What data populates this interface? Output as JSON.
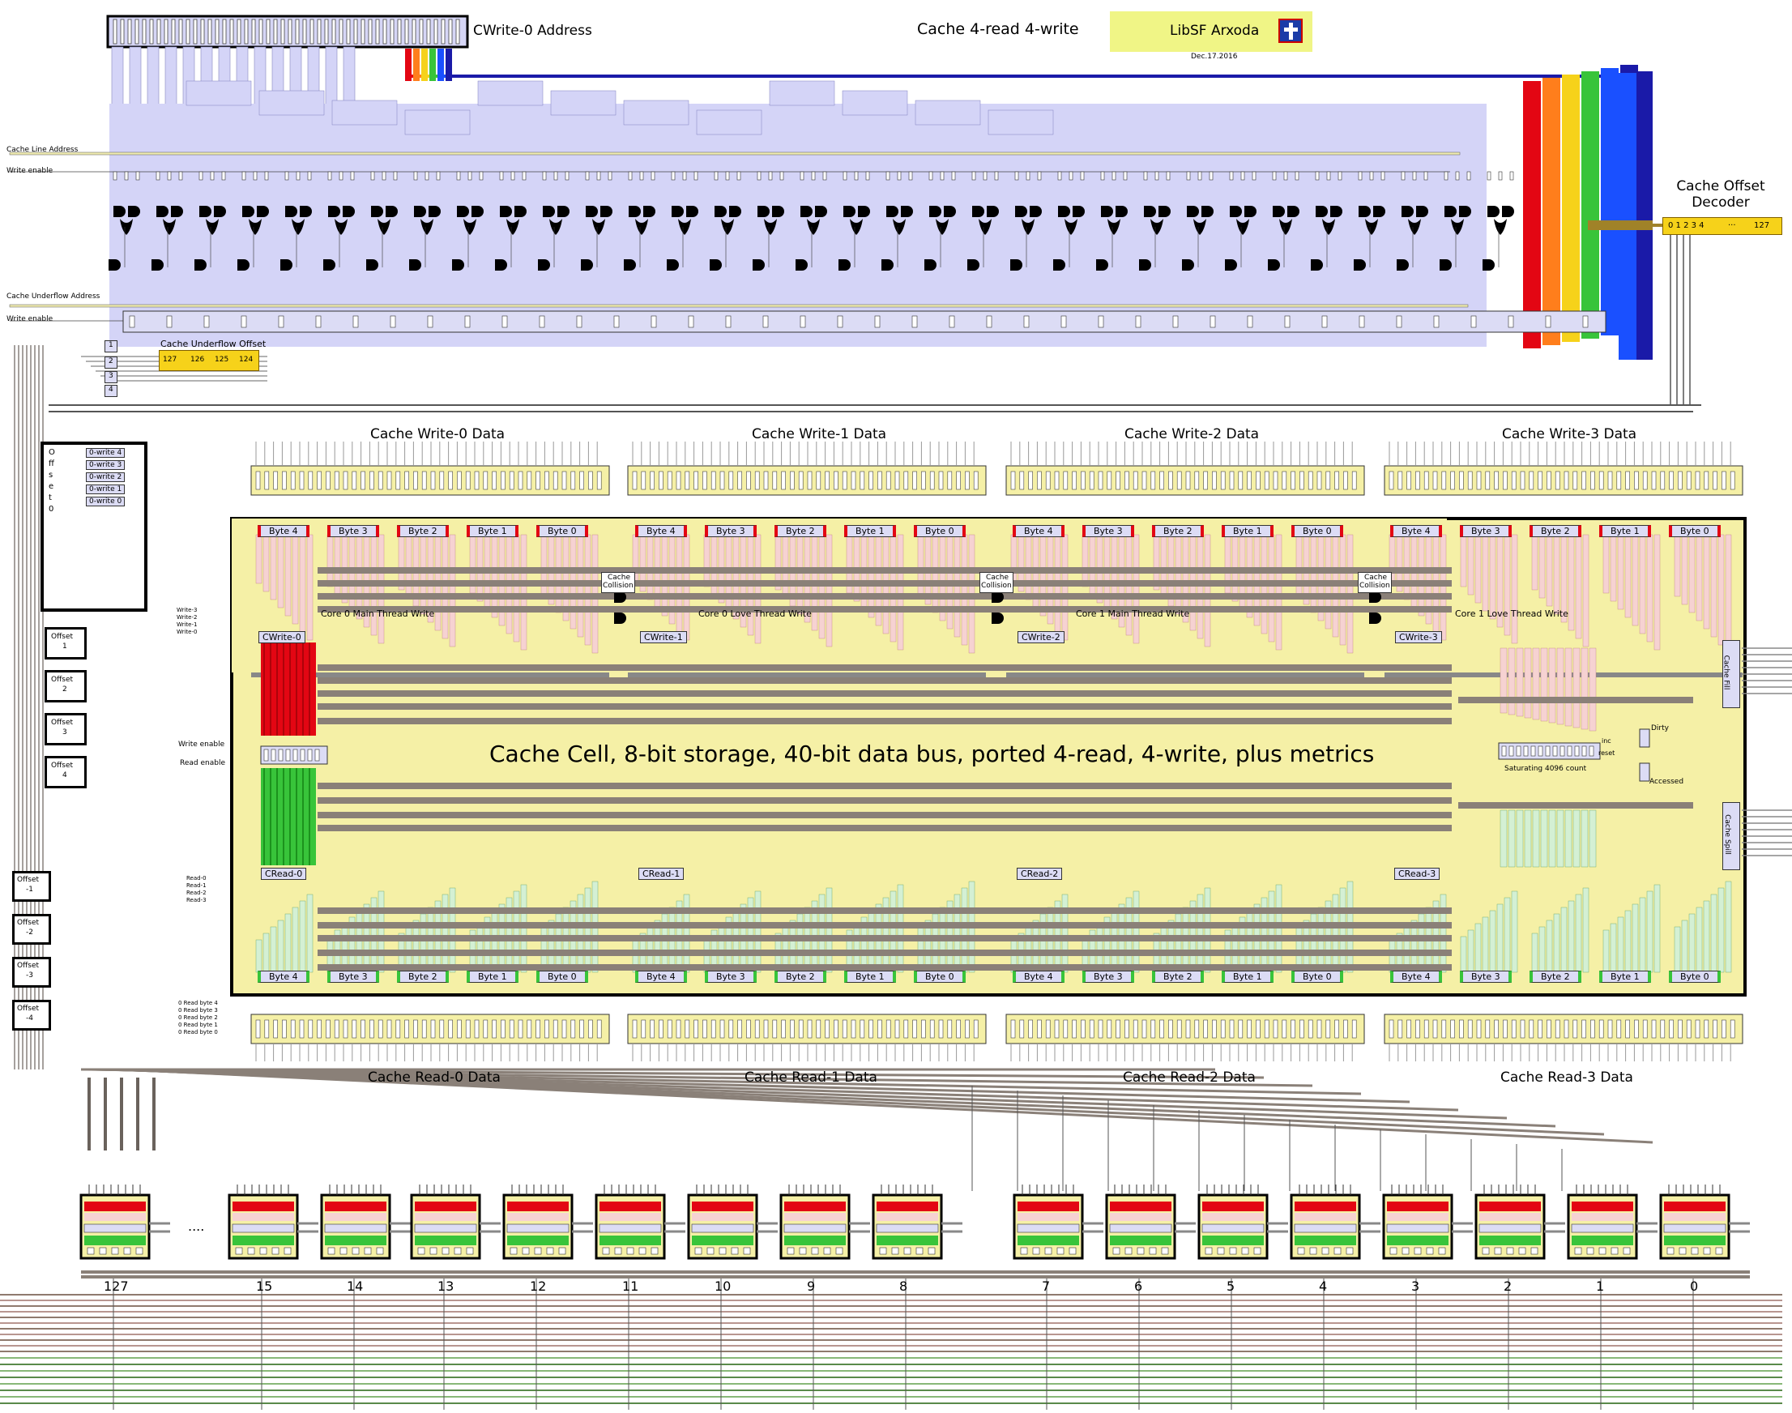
{
  "header": {
    "address_label": "CWrite-0 Address",
    "title": "Cache 4-read 4-write",
    "logo_text": "LibSF Arxoda",
    "date": "Dec.17.2016"
  },
  "address_section": {
    "cache_line_address": "Cache Line Address",
    "write_enable_top": "Write enable",
    "cache_underflow_address": "Cache Underflow Address",
    "write_enable_bottom": "Write   enable",
    "underflow_offset_label": "Cache Underflow Offset",
    "underflow_offsets": [
      "127",
      "126",
      "125",
      "124"
    ],
    "offset_selectors": [
      "1",
      "2",
      "3",
      "4"
    ],
    "offset_decoder_title": "Cache Offset Decoder",
    "offset_decoder_values": "0 1 2 3 4",
    "offset_decoder_ellipsis": "···",
    "offset_decoder_last": "127"
  },
  "offset_block": {
    "vertical_label": "Offset 0",
    "write_labels": [
      "0-write 4",
      "0-write 3",
      "0-write 2",
      "0-write 1",
      "0-write 0"
    ],
    "positive_offsets": [
      {
        "label": "Offset",
        "value": "1"
      },
      {
        "label": "Offset",
        "value": "2"
      },
      {
        "label": "Offset",
        "value": "3"
      },
      {
        "label": "Offset",
        "value": "4"
      }
    ],
    "negative_offsets": [
      {
        "label": "Offset",
        "value": "-1"
      },
      {
        "label": "Offset",
        "value": "-2"
      },
      {
        "label": "Offset",
        "value": "-3"
      },
      {
        "label": "Offset",
        "value": "-4"
      }
    ]
  },
  "write_data": {
    "titles": [
      "Cache Write-0 Data",
      "Cache Write-1 Data",
      "Cache Write-2 Data",
      "Cache Write-3 Data"
    ],
    "byte_labels": [
      "Byte 4",
      "Byte 3",
      "Byte 2",
      "Byte 1",
      "Byte 0"
    ]
  },
  "read_data": {
    "titles": [
      "Cache Read-0 Data",
      "Cache Read-1 Data",
      "Cache Read-2 Data",
      "Cache Read-3 Data"
    ],
    "byte_labels": [
      "Byte 4",
      "Byte 3",
      "Byte 2",
      "Byte 1",
      "Byte 0"
    ]
  },
  "cell": {
    "main_label": "Cache Cell, 8-bit storage, 40-bit data bus, ported 4-read, 4-write, plus metrics",
    "cwrite_labels": [
      "CWrite-0",
      "CWrite-1",
      "CWrite-2",
      "CWrite-3"
    ],
    "cread_labels": [
      "CRead-0",
      "CRead-1",
      "CRead-2",
      "CRead-3"
    ],
    "thread_writes": [
      "Core 0 Main Thread Write",
      "Core 0 Love Thread Write",
      "Core 1 Main Thread Write",
      "Core 1 Love Thread Write"
    ],
    "collision_label_1": "Cache",
    "collision_label_2": "Collision",
    "write_inputs": [
      "Write-3",
      "Write-2",
      "Write-1",
      "Write-0"
    ],
    "read_inputs": [
      "Read-0",
      "Read-1",
      "Read-2",
      "Read-3"
    ],
    "write_enable": "Write enable",
    "read_enable": "Read enable",
    "read_byte_inputs": [
      "0 Read byte 4",
      "0 Read byte 3",
      "0 Read byte 2",
      "0 Read byte 1",
      "0 Read byte 0"
    ],
    "cache_fill": "Cache Fill",
    "cache_spill": "Cache Spill",
    "dirty": "Dirty",
    "accessed": "Accessed",
    "inc": "inc",
    "reset": "reset",
    "saturating": "Saturating 4096 count"
  },
  "cell_array": {
    "ellipsis": "....",
    "labels": [
      "127",
      "15",
      "14",
      "13",
      "12",
      "11",
      "10",
      "9",
      "8",
      "7",
      "6",
      "5",
      "4",
      "3",
      "2",
      "1",
      "0"
    ]
  },
  "colors": {
    "lavender": "#d4d4f7",
    "yellow": "#f7f4a8",
    "pink": "#f6d2d2",
    "mint": "#d4f0d4",
    "red": "#e30613",
    "green": "#38c43a",
    "orange": "#ff7e1c",
    "bus_gray": "#8a8078",
    "blue": "#1a50ff",
    "navy": "#1a1aa8"
  }
}
